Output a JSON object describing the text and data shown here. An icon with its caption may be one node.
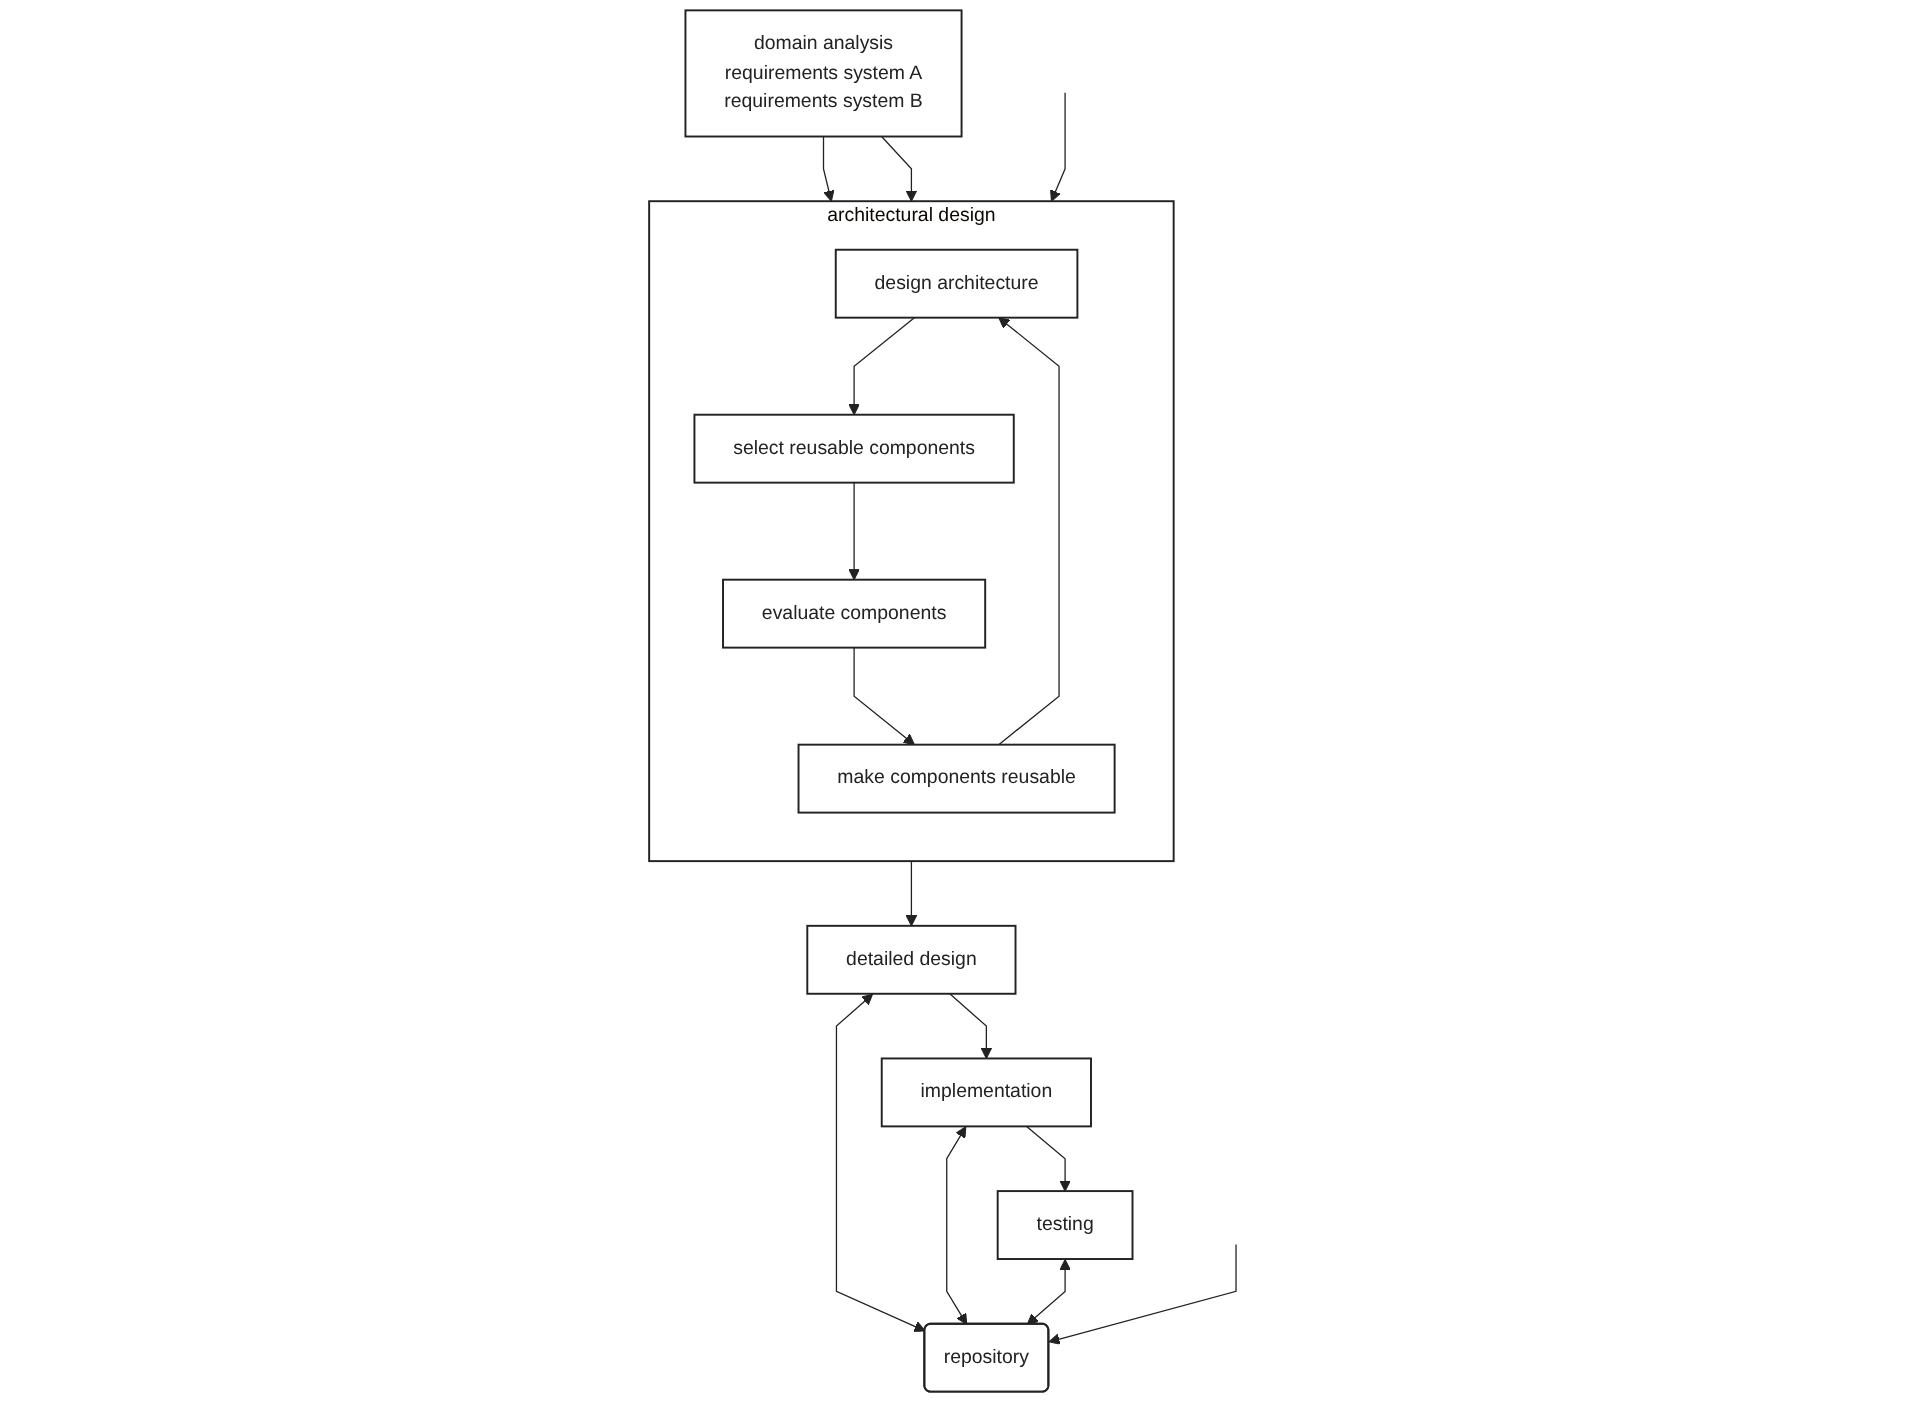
{
  "diagram": {
    "nodes": [
      {
        "text": [
          "domain analysis",
          "requirements system A",
          "requirements system B"
        ]
      },
      {
        "text": [
          "architectural design"
        ]
      },
      {
        "text": [
          "design architecture"
        ],
        "in": 1
      },
      {
        "text": [
          "select reusable components"
        ],
        "in": 1
      },
      {
        "text": [
          "make components reusable"
        ],
        "in": 1
      },
      {
        "text": [
          "evaluate components"
        ],
        "in": 1
      },
      {
        "text": [
          "detailed design"
        ]
      },
      {
        "text": [
          "implementation"
        ]
      },
      {
        "text": [
          "testing"
        ]
      },
      {
        "text": [
          "repository"
        ]
      }
    ],
    "edges": [
      {
        "from": 0,
        "to": 1,
        "arrow": "to"
      },
      {
        "from": 0,
        "to": 1,
        "arrow": "to"
      },
      {
        "from": 2,
        "to": 3,
        "arrow": "to"
      },
      {
        "from": 3,
        "to": 5,
        "arrow": "to"
      },
      {
        "from": 5,
        "to": 4,
        "arrow": "to"
      },
      {
        "from": 4,
        "to": 2,
        "arrow": "to"
      },
      {
        "from": null,
        "to": 1,
        "arrow": "to"
      },
      {
        "from": 1,
        "to": 6,
        "arrow": "to"
      },
      {
        "from": 6,
        "to": 7,
        "arrow": "to"
      },
      {
        "from": 7,
        "to": 8,
        "arrow": "to"
      },
      {
        "from": 6,
        "to": 9,
        "arrow": "both"
      },
      {
        "from": 7,
        "to": 9,
        "arrow": "both"
      },
      {
        "from": 8,
        "to": 9,
        "arrow": "both"
      },
      {
        "from": null,
        "to": 9,
        "arrow": "to"
      }
    ]
  }
}
